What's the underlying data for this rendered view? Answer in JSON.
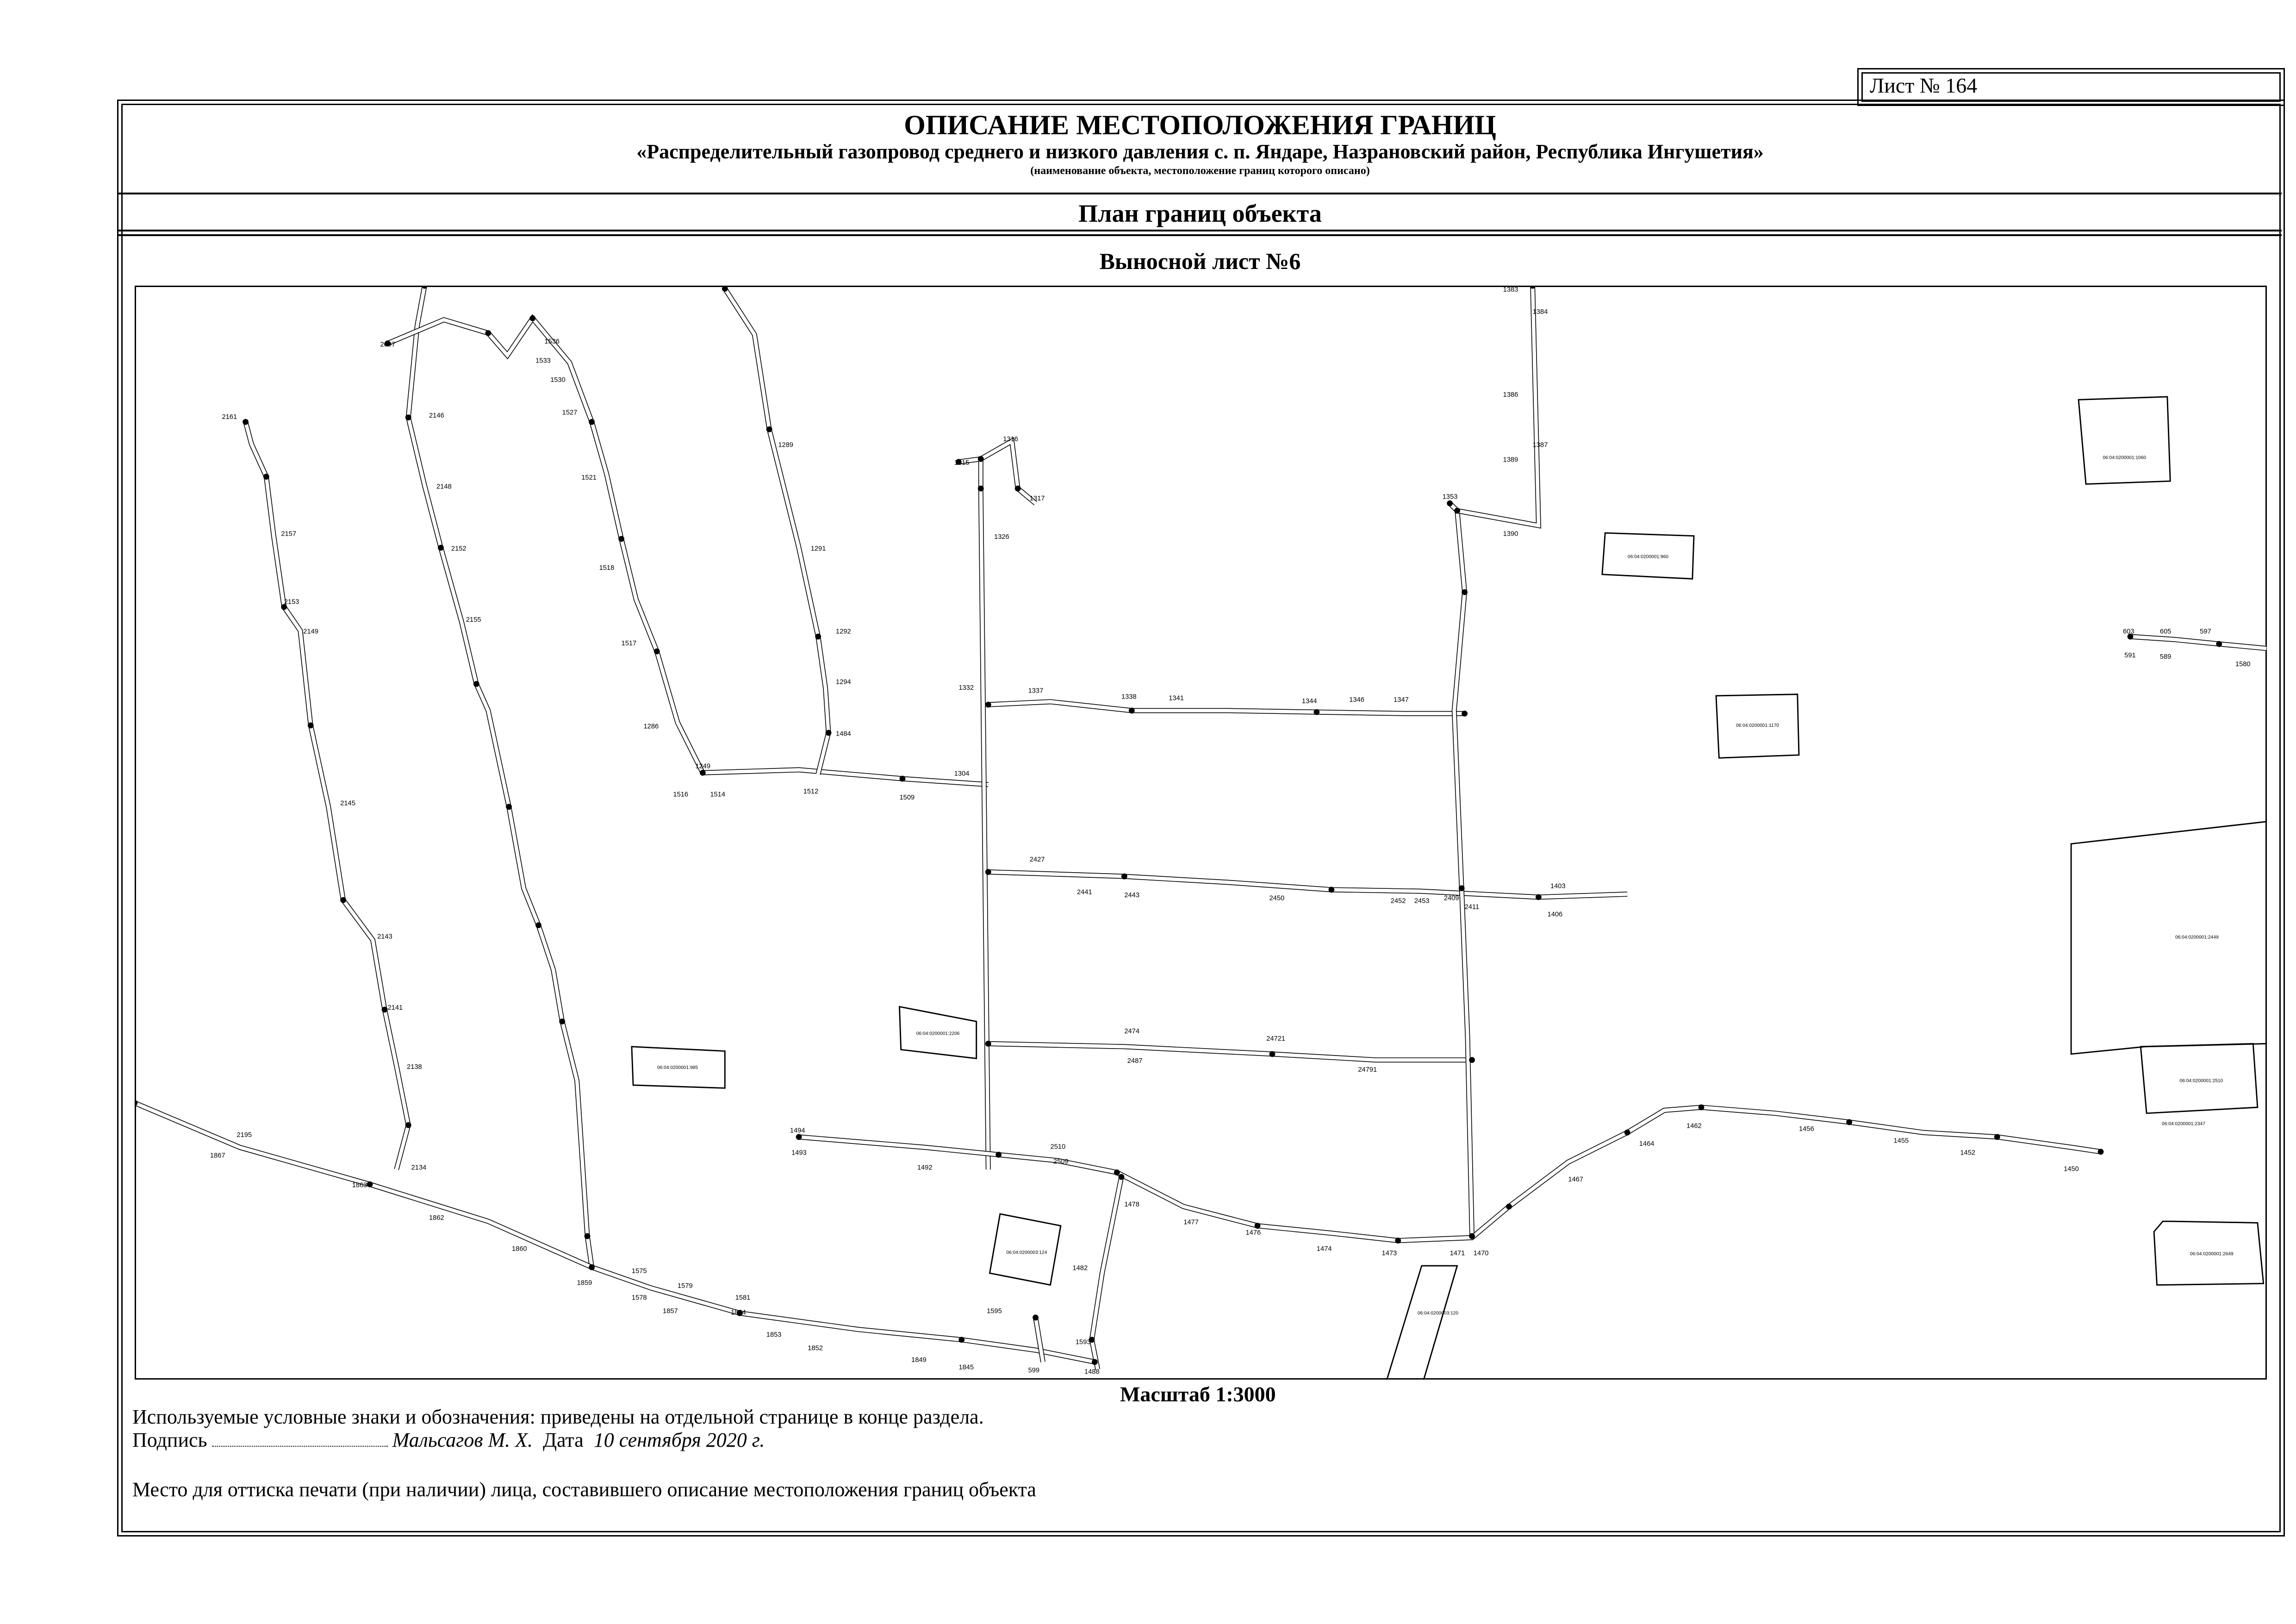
{
  "sheet": {
    "number_label": "Лист № 164"
  },
  "header": {
    "title": "ОПИСАНИЕ МЕСТОПОЛОЖЕНИЯ ГРАНИЦ",
    "object_name": "«Распределительный газопровод среднего и низкого давления с. п. Яндаре, Назрановский район, Республика Ингушетия»",
    "object_note": "(наименование объекта, местоположение границ которого описано)"
  },
  "section": {
    "plan_title": "План границ объекта",
    "sheet_title": "Выносной лист №6"
  },
  "map": {
    "parcels": [
      "06:04:0200001:960",
      "06:04:0200001:1060",
      "06:04:0200001:1170",
      "06:04:0200001:2449",
      "06:04:0200001:2510",
      "06:04:0200001:2347",
      "06:04:0200001:2649",
      "06:04:0200001:2206",
      "06:04:0200001:985",
      "06:04:0200003:124",
      "06:04:0200003:120"
    ],
    "point_labels": [
      "1316",
      "1315",
      "1317",
      "1326",
      "1332",
      "1337",
      "1338",
      "1341",
      "1344",
      "1346",
      "1347",
      "1353",
      "1383",
      "1384",
      "1386",
      "1387",
      "1389",
      "1390",
      "2161",
      "2157",
      "2153",
      "2149",
      "2145",
      "2143",
      "2141",
      "2138",
      "2134",
      "2195",
      "1867",
      "1863",
      "1862",
      "1860",
      "1859",
      "1857",
      "1854",
      "1853",
      "1852",
      "1849",
      "1845",
      "1494",
      "1493",
      "1492",
      "2510",
      "2509",
      "1478",
      "1477",
      "1476",
      "1474",
      "1473",
      "1471",
      "1470",
      "1467",
      "1464",
      "1462",
      "1456",
      "1455",
      "1452",
      "1450",
      "1249",
      "1516",
      "1514",
      "1512",
      "1509",
      "1304",
      "2427",
      "2441",
      "2443",
      "2450",
      "2452",
      "2453",
      "2474",
      "2487",
      "24721",
      "24791",
      "2409",
      "2411",
      "1403",
      "1406",
      "2097",
      "2146",
      "2148",
      "2152",
      "2155",
      "1533",
      "1536",
      "1530",
      "1527",
      "1521",
      "1518",
      "1517",
      "1286",
      "1289",
      "1291",
      "1292",
      "1294",
      "1484",
      "1488",
      "1482",
      "1593",
      "1595",
      "599",
      "603",
      "605",
      "597",
      "591",
      "589",
      "1580",
      "1575",
      "1578",
      "1579",
      "1581"
    ]
  },
  "footer": {
    "scale": "Масштаб 1:3000",
    "legend_note": "Используемые условные знаки и обозначения: приведены на отдельной странице в конце раздела.",
    "signature_label": "Подпись",
    "signer": "Мальсагов М. Х.",
    "date_label": "Дата",
    "date_value": "10 сентября 2020 г.",
    "stamp_note": "Место для оттиска печати (при наличии) лица, составившего описание местоположения границ объекта"
  }
}
